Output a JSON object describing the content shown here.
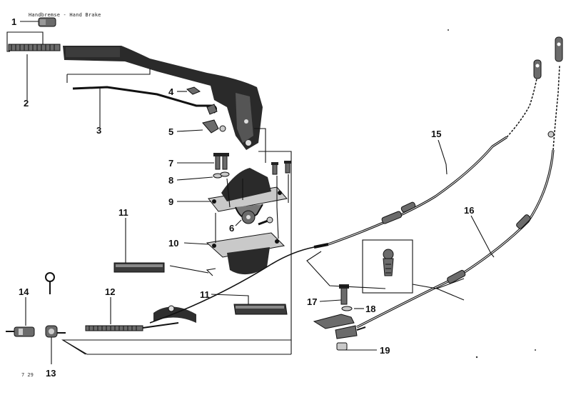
{
  "diagram": {
    "title": "Handbremse - Hand Brake",
    "page_code": "7 29",
    "callouts": [
      {
        "id": "c1",
        "label": "1"
      },
      {
        "id": "c2",
        "label": "2"
      },
      {
        "id": "c3",
        "label": "3"
      },
      {
        "id": "c4",
        "label": "4"
      },
      {
        "id": "c5",
        "label": "5"
      },
      {
        "id": "c6",
        "label": "6"
      },
      {
        "id": "c7",
        "label": "7"
      },
      {
        "id": "c8",
        "label": "8"
      },
      {
        "id": "c9",
        "label": "9"
      },
      {
        "id": "c10",
        "label": "10"
      },
      {
        "id": "c11a",
        "label": "11"
      },
      {
        "id": "c11b",
        "label": "11"
      },
      {
        "id": "c12",
        "label": "12"
      },
      {
        "id": "c13",
        "label": "13"
      },
      {
        "id": "c14",
        "label": "14"
      },
      {
        "id": "c15",
        "label": "15"
      },
      {
        "id": "c16",
        "label": "16"
      },
      {
        "id": "c17",
        "label": "17"
      },
      {
        "id": "c18",
        "label": "18"
      },
      {
        "id": "c19",
        "label": "19"
      }
    ]
  }
}
